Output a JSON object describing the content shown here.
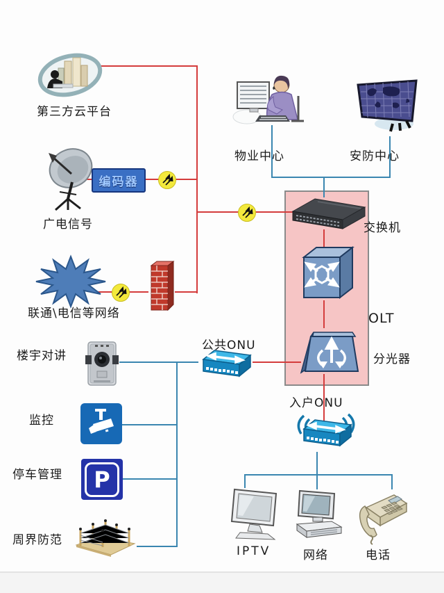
{
  "nodes": {
    "cloud_platform": "第三方云平台",
    "broadcast_signal": "广电信号",
    "encoder": "编码器",
    "telecom_network": "联通\\电信等网络",
    "property_center": "物业中心",
    "security_center": "安防中心",
    "switch": "交换机",
    "olt": "OLT",
    "splitter": "分光器",
    "public_onu": "公共ONU",
    "home_onu": "入户ONU",
    "intercom": "楼宇对讲",
    "surveillance": "监控",
    "parking": "停车管理",
    "perimeter": "周界防范",
    "iptv": "IPTV",
    "network": "网络",
    "phone": "电话",
    "parking_letter": "P"
  },
  "colors": {
    "line_red": "#d43c3c",
    "line_blue": "#3a86b0",
    "zone_pink": "#f6c5c5",
    "zone_border": "#8a8a8a",
    "connector_yellow": "#f3e93c",
    "encoder_blue": "#3a6fc4",
    "sign_blue": "#1769b5",
    "parking_blue": "#2433a8",
    "device_cyan": "#29b2e4",
    "device_cyan_dark": "#1487c0",
    "cube_blue": "#7b9cc6",
    "firewall_red": "#c0392b"
  }
}
